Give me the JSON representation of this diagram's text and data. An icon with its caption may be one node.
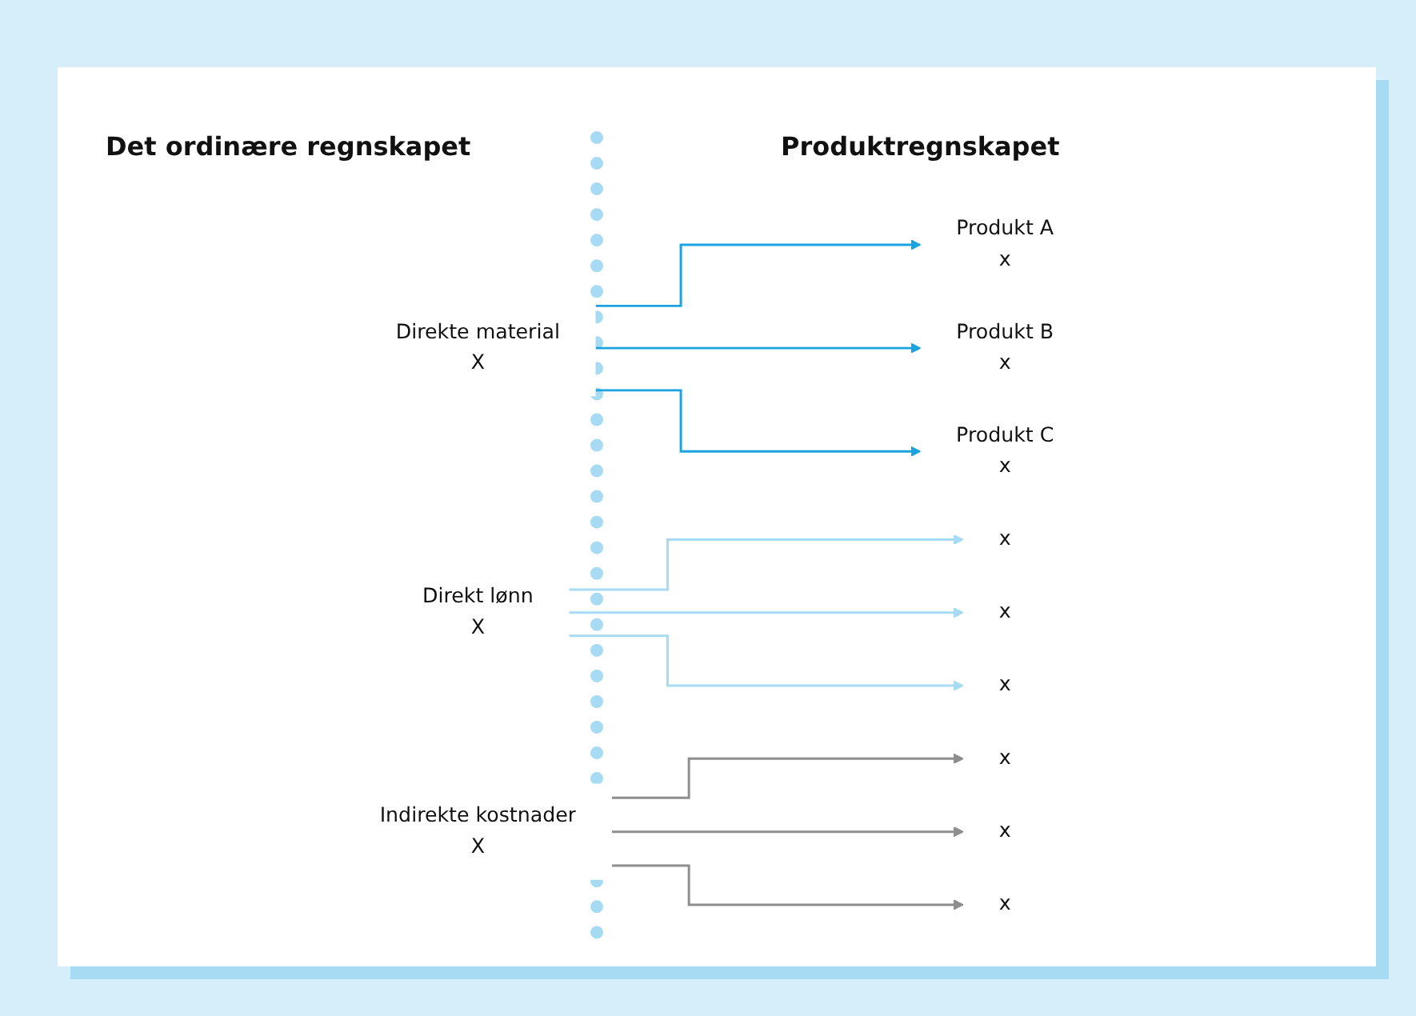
{
  "diagram": {
    "nodes": [
      {
        "text": [
          "Direkte material",
          "X"
        ]
      },
      {
        "text": [
          "Direkt lønn",
          "X"
        ]
      },
      {
        "text": [
          "Indirekte kostnader",
          "X"
        ]
      },
      {
        "text": [
          "Produkt A",
          "x"
        ]
      },
      {
        "text": [
          "x"
        ]
      },
      {
        "text": [
          "x"
        ]
      },
      {
        "text": [
          "Produkt B",
          "x"
        ]
      },
      {
        "text": [
          "x"
        ]
      },
      {
        "text": [
          "x"
        ]
      },
      {
        "text": [
          "Produkt C",
          "x"
        ]
      },
      {
        "text": [
          "x"
        ]
      },
      {
        "text": [
          "x"
        ]
      }
    ],
    "edges": [
      {
        "from": 0,
        "to": 3,
        "arrow": "to",
        "color": "#1aa3e0"
      },
      {
        "from": 1,
        "to": 4,
        "arrow": "to",
        "color": "#a6dbf3"
      },
      {
        "from": 2,
        "to": 5,
        "arrow": "to",
        "color": "#8e8e8e"
      },
      {
        "from": 0,
        "to": 6,
        "arrow": "to",
        "color": "#1aa3e0"
      },
      {
        "from": 1,
        "to": 7,
        "arrow": "to",
        "color": "#a6dbf3"
      },
      {
        "from": 2,
        "to": 8,
        "arrow": "to",
        "color": "#8e8e8e"
      },
      {
        "from": 0,
        "to": 9,
        "arrow": "to",
        "color": "#1aa3e0"
      },
      {
        "from": 1,
        "to": 10,
        "arrow": "to",
        "color": "#a6dbf3"
      },
      {
        "from": 2,
        "to": 11,
        "arrow": "to",
        "color": "#8e8e8e"
      }
    ],
    "labels": [
      "Det ordinære regnskapet",
      "Produktregnskapet"
    ]
  }
}
